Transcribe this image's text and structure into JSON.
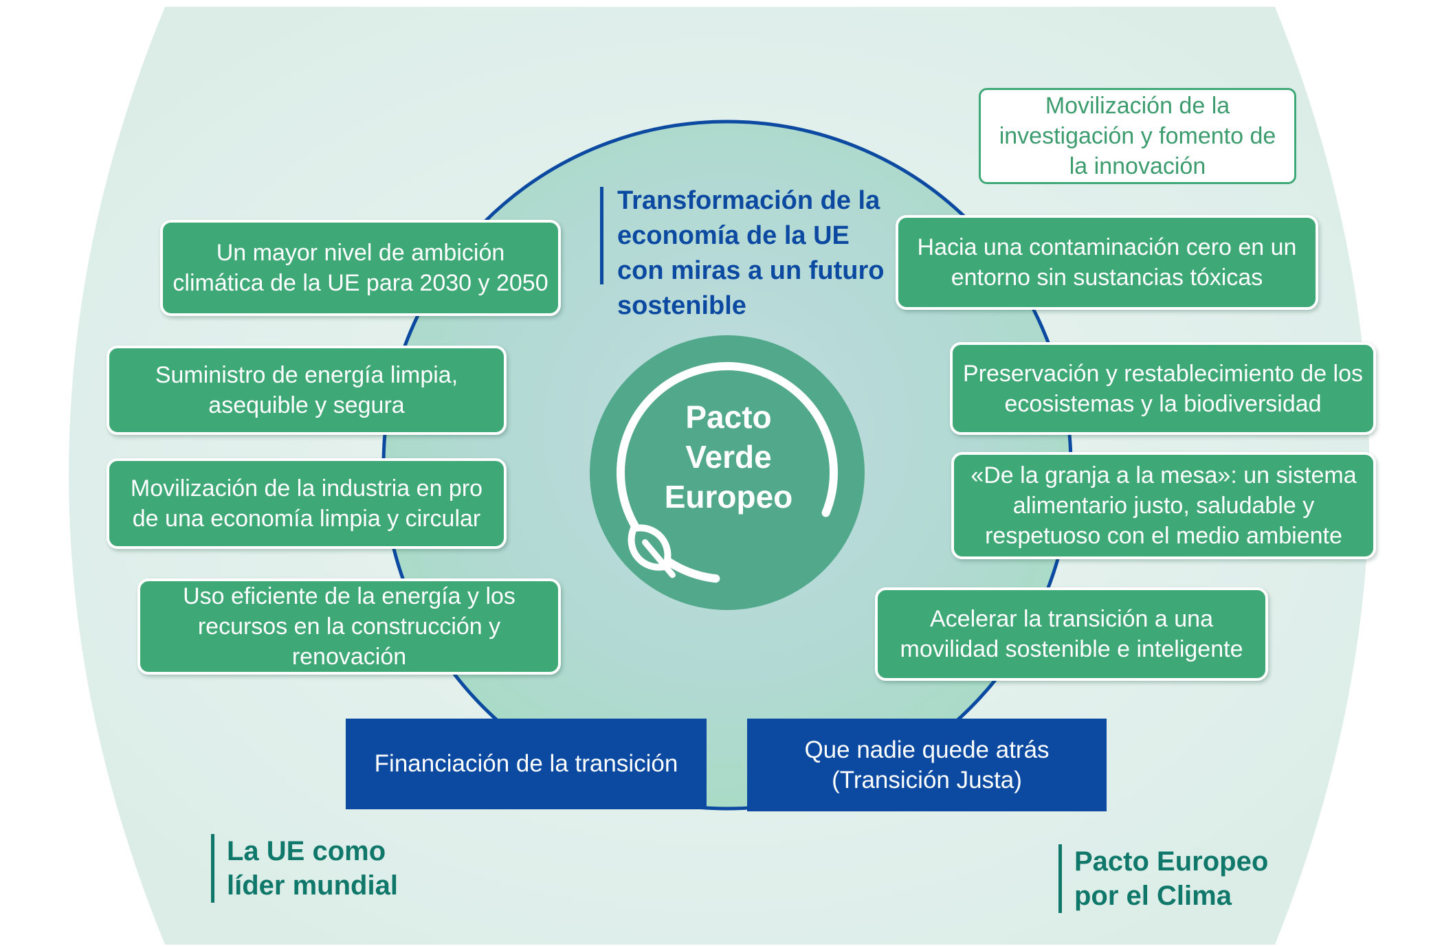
{
  "center": {
    "line1": "Pacto",
    "line2": "Verde",
    "line3": "Europeo"
  },
  "title": "Transformación de la economía de la UE con miras a un futuro sostenible",
  "left_boxes": [
    "Un mayor nivel de ambición climática de la UE para 2030 y 2050",
    "Suministro de energía limpia, asequible y segura",
    "Movilización de la industria en pro de una economía limpia y circular",
    "Uso eficiente de la energía y los recursos en la construcción y renovación"
  ],
  "right_boxes": [
    "Movilización de la investigación y fomento de la innovación",
    "Hacia una contaminación cero en un entorno sin sustancias tóxicas",
    "Preservación y restablecimiento de los ecosistemas y la biodiversidad",
    "«De la granja a la mesa»: un sistema alimentario justo, saludable y respetuoso con el medio ambiente",
    "Acelerar la transición a una movilidad sostenible e inteligente"
  ],
  "bottom_boxes": [
    "Financiación de la transición",
    "Que nadie quede atrás (Transición Justa)"
  ],
  "labels": {
    "leader": "La UE como líder mundial",
    "climate_pact": "Pacto Europeo por el Clima"
  },
  "colors": {
    "green_box": "#3fa877",
    "blue_box": "#0b4aa0",
    "outer_bg": "#e2f0ec",
    "inner_circle": "#a9d6c8",
    "center_circle": "#52a88a",
    "label_teal": "#10786a"
  },
  "icons": {
    "center": "leaf-icon"
  }
}
